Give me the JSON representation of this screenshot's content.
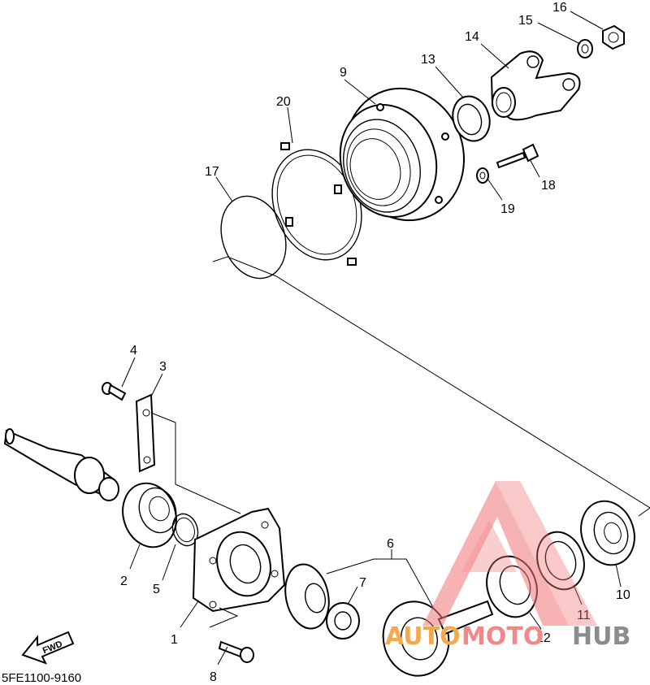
{
  "diagram": {
    "part_code": "5FE1100-9160",
    "direction_label": "FWD",
    "callouts": [
      "1",
      "2",
      "3",
      "4",
      "5",
      "6",
      "7",
      "8",
      "9",
      "10",
      "11",
      "12",
      "13",
      "14",
      "15",
      "16",
      "17",
      "18",
      "19",
      "20"
    ]
  },
  "watermark": {
    "text_auto": "AUTO",
    "text_moto": "MOTO",
    "text_hub": "HUB",
    "color_auto": "#f5a94a",
    "color_moto": "#f08a8a",
    "color_hub": "#8c8c8c",
    "color_logo": "#f07878"
  }
}
